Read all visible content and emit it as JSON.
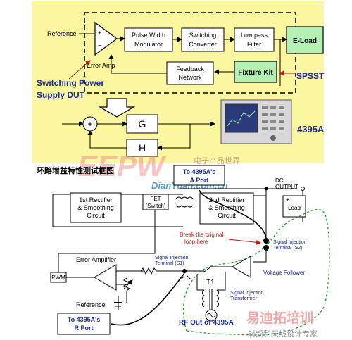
{
  "top": {
    "reference": "Reference",
    "error_amp": "Error Amp",
    "pwm": [
      "Pulse Width",
      "Modulator"
    ],
    "sw_conv": [
      "Switching",
      "Converter"
    ],
    "lpf": [
      "Low pass",
      "Filter"
    ],
    "eload": "E-Load",
    "feedback": [
      "Feedback",
      "Network"
    ],
    "fixture": "Fixture Kit",
    "spsst": "SPSST",
    "dut": [
      "Switching Power",
      "Supply DUT"
    ],
    "g": "G",
    "h": "H",
    "analyzer": "4395A",
    "plus": "+",
    "minus": "−"
  },
  "mid": {
    "cn_title": "环路增益特性测试框图",
    "a_port": [
      "To 4395A's",
      "A Port"
    ],
    "watermark_logo": "EEPW",
    "watermark_cn": "电子产品世界",
    "watermark_url": "DianYuan.com.cn"
  },
  "bottom": {
    "dc_output": [
      "DC",
      "OUTPUT"
    ],
    "rect1": [
      "1st Rectifier",
      "& Smoothing",
      "Circuit"
    ],
    "fet": [
      "FET",
      "(Switch)"
    ],
    "rect2": [
      "2nd Rectifier",
      "& Smoothing",
      "Circuit"
    ],
    "load": "Load",
    "break_loop": [
      "Break the original",
      "loop here"
    ],
    "sig_inj_s2": [
      "Signal Injection",
      "Terminal (S2)"
    ],
    "sig_inj_s1": [
      "Signal Injection",
      "Terminal (S1)"
    ],
    "error_amplifier": "Error Amplifier",
    "pwm": "PWM",
    "reference": "Reference",
    "t1": "T1",
    "sig_inj_trans": [
      "Signal Injection",
      "Transformer"
    ],
    "voltage_follower": "Voltage Follower",
    "r_port": [
      "To 4395A's",
      "R Port"
    ],
    "rf_out": "RF Out of 4395A",
    "footer_logo": "射频和天线设计专家"
  }
}
